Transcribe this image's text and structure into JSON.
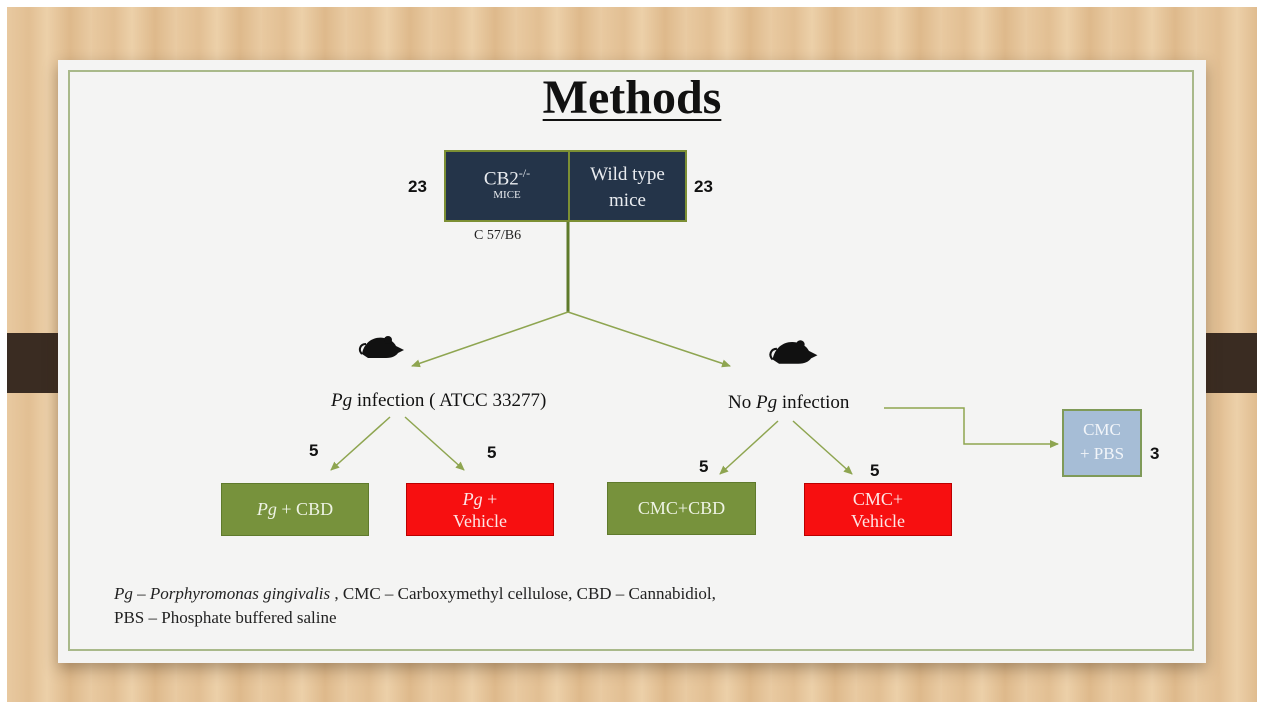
{
  "title": "Methods",
  "groups": {
    "cb2": {
      "label": "CB2",
      "superscript": "-/-",
      "subscript": "MICE",
      "count": "23"
    },
    "wild_type": {
      "line1": "Wild type",
      "line2": "mice",
      "count": "23"
    },
    "strain": "C 57/B6"
  },
  "branches": {
    "infection": {
      "italic": "Pg",
      "text": " infection ( ATCC 33277)",
      "icon": "mouse-icon"
    },
    "no_infection": {
      "prefix": "No ",
      "italic": "Pg",
      "text": " infection",
      "icon": "mouse-icon"
    }
  },
  "treatments": [
    {
      "count": "5",
      "italic": "Pg",
      "rest": " + CBD",
      "color": "#77923c"
    },
    {
      "count": "5",
      "line1_italic": "Pg",
      "line1_rest": " +",
      "line2": "Vehicle",
      "color": "#f70f10"
    },
    {
      "count": "5",
      "label": "CMC+CBD",
      "color": "#77923c"
    },
    {
      "count": "5",
      "line1": "CMC+",
      "line2": "Vehicle",
      "color": "#f70f10"
    }
  ],
  "control": {
    "line1": "CMC",
    "line2": "+ PBS",
    "count": "3",
    "color": "#a6bdd6"
  },
  "footnote": {
    "pg_abbr": "Pg",
    "pg_full": "Porphyromonas gingivalis",
    "rest_line1": " , CMC – Carboxymethyl cellulose, CBD – Cannabidiol,",
    "line2": "PBS – Phosphate buffered saline"
  },
  "colors": {
    "navy": "#243449",
    "green": "#77923c",
    "red": "#f70f10",
    "blue": "#a6bdd6",
    "arrow": "#8ea550"
  }
}
